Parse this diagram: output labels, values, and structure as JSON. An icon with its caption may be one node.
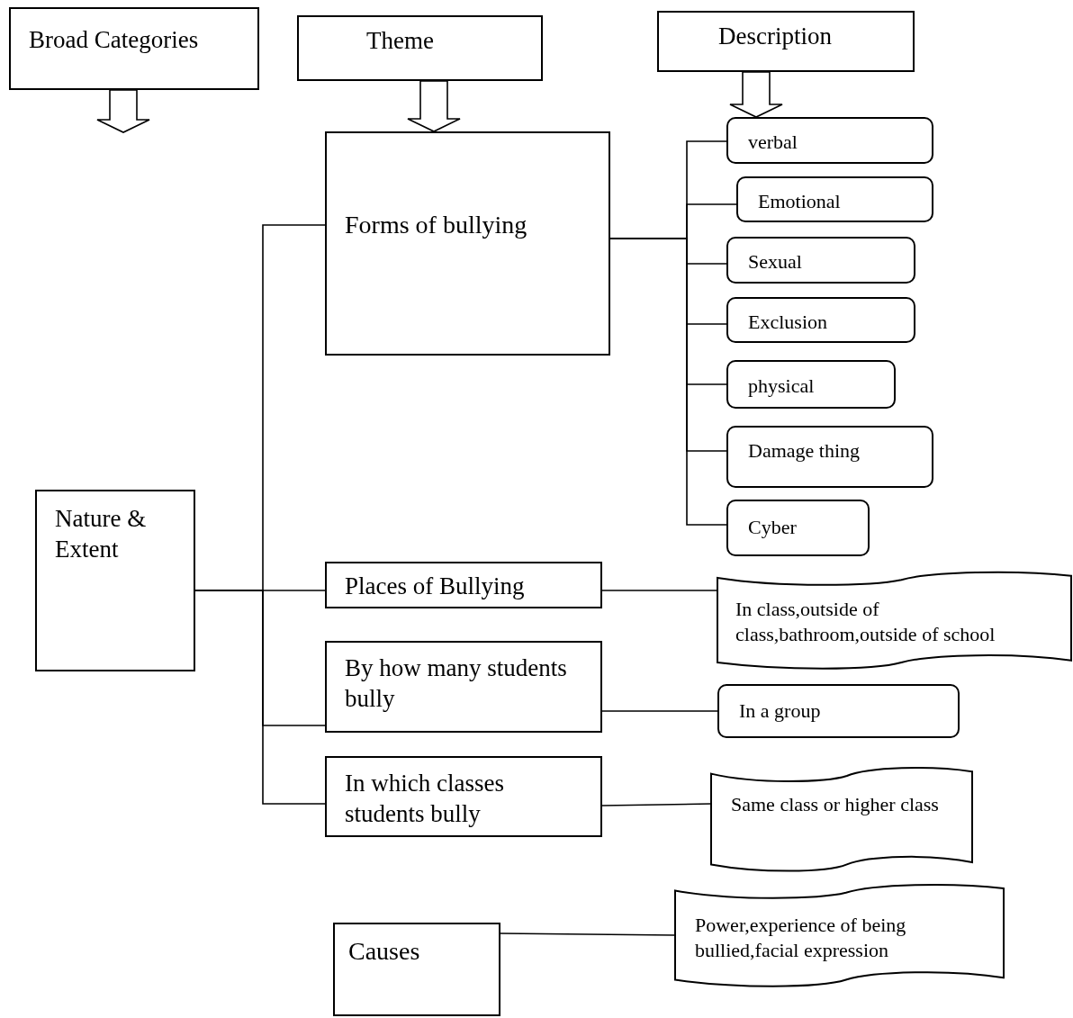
{
  "diagram": {
    "nodes": [
      {
        "text": [
          "Broad Categories"
        ]
      },
      {
        "text": [
          "Theme"
        ]
      },
      {
        "text": [
          "Description"
        ]
      },
      {
        "text": [
          "Forms of bullying"
        ]
      },
      {
        "text": [
          "verbal"
        ]
      },
      {
        "text": [
          "Emotional"
        ]
      },
      {
        "text": [
          "Sexual"
        ]
      },
      {
        "text": [
          "Exclusion"
        ]
      },
      {
        "text": [
          "physical"
        ]
      },
      {
        "text": [
          "Damage thing"
        ]
      },
      {
        "text": [
          "Cyber"
        ]
      },
      {
        "text": [
          "Nature & Extent"
        ]
      },
      {
        "text": [
          "Places of Bullying"
        ]
      },
      {
        "text": [
          "By how many students bully"
        ]
      },
      {
        "text": [
          "In which classes students bully"
        ]
      },
      {
        "text": [
          "In class,outside of class,bathroom,outside of school"
        ]
      },
      {
        "text": [
          "In a group"
        ]
      },
      {
        "text": [
          "Same class or higher class"
        ]
      },
      {
        "text": [
          "Causes"
        ]
      },
      {
        "text": [
          "Power,experience of being bullied,facial expression"
        ]
      }
    ],
    "edges": [
      {
        "from": 0,
        "to": null,
        "arrow": "to",
        "style": "thick"
      },
      {
        "from": 1,
        "to": 3,
        "arrow": "to",
        "style": "thick"
      },
      {
        "from": 2,
        "to": 4,
        "arrow": "to",
        "style": "thick"
      },
      {
        "from": 3,
        "to": 4,
        "arrow": "none"
      },
      {
        "from": 3,
        "to": 5,
        "arrow": "none"
      },
      {
        "from": 3,
        "to": 6,
        "arrow": "none"
      },
      {
        "from": 3,
        "to": 7,
        "arrow": "none"
      },
      {
        "from": 3,
        "to": 8,
        "arrow": "none"
      },
      {
        "from": 3,
        "to": 9,
        "arrow": "none"
      },
      {
        "from": 3,
        "to": 10,
        "arrow": "none"
      },
      {
        "from": 11,
        "to": 3,
        "arrow": "none"
      },
      {
        "from": 11,
        "to": 12,
        "arrow": "none"
      },
      {
        "from": 11,
        "to": 13,
        "arrow": "none"
      },
      {
        "from": 11,
        "to": 14,
        "arrow": "none"
      },
      {
        "from": 12,
        "to": 15,
        "arrow": "none"
      },
      {
        "from": 13,
        "to": 16,
        "arrow": "none"
      },
      {
        "from": 14,
        "to": 17,
        "arrow": "none"
      },
      {
        "from": 18,
        "to": 19,
        "arrow": "none"
      }
    ]
  }
}
